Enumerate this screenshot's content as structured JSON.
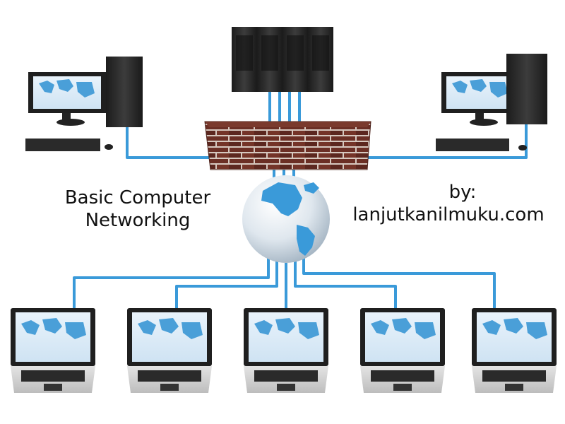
{
  "title": {
    "line1": "Basic Computer",
    "line2": "Networking"
  },
  "credit": {
    "by": "by:",
    "site": "lanjutkanilmuku.com"
  },
  "colors": {
    "cable": "#3a9ad9",
    "screen": "#4a9fd8",
    "brick": "#6b2f25",
    "case": "#2a2a2a"
  },
  "icons": {
    "firewall": "brick-wall-icon",
    "globe": "globe-icon",
    "server": "server-rack-icon",
    "desktop": "desktop-computer-icon",
    "laptop": "laptop-icon"
  }
}
